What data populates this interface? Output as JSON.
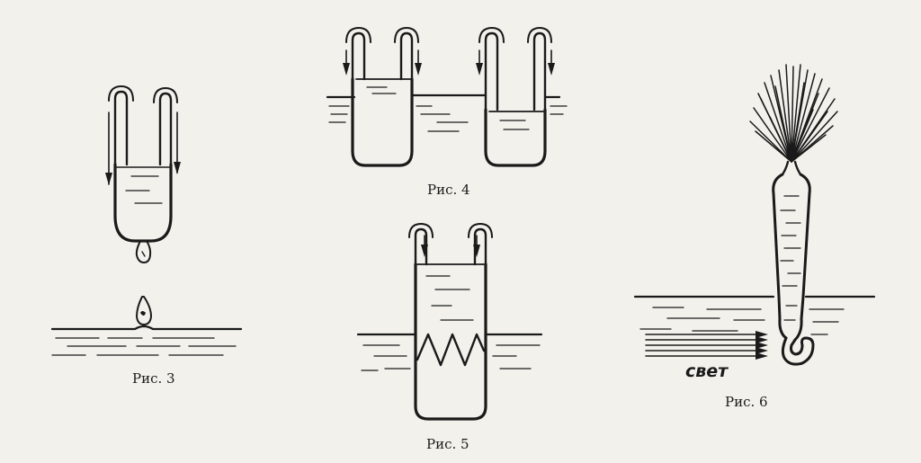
{
  "figures": {
    "fig3": {
      "caption": "Рис. 3"
    },
    "fig4": {
      "caption": "Рис. 4"
    },
    "fig5": {
      "caption": "Рис. 5"
    },
    "fig6": {
      "caption": "Рис. 6",
      "light_label": "свет"
    }
  },
  "colors": {
    "ink": "#1a1a1a",
    "paper": "#f2f1ec"
  }
}
